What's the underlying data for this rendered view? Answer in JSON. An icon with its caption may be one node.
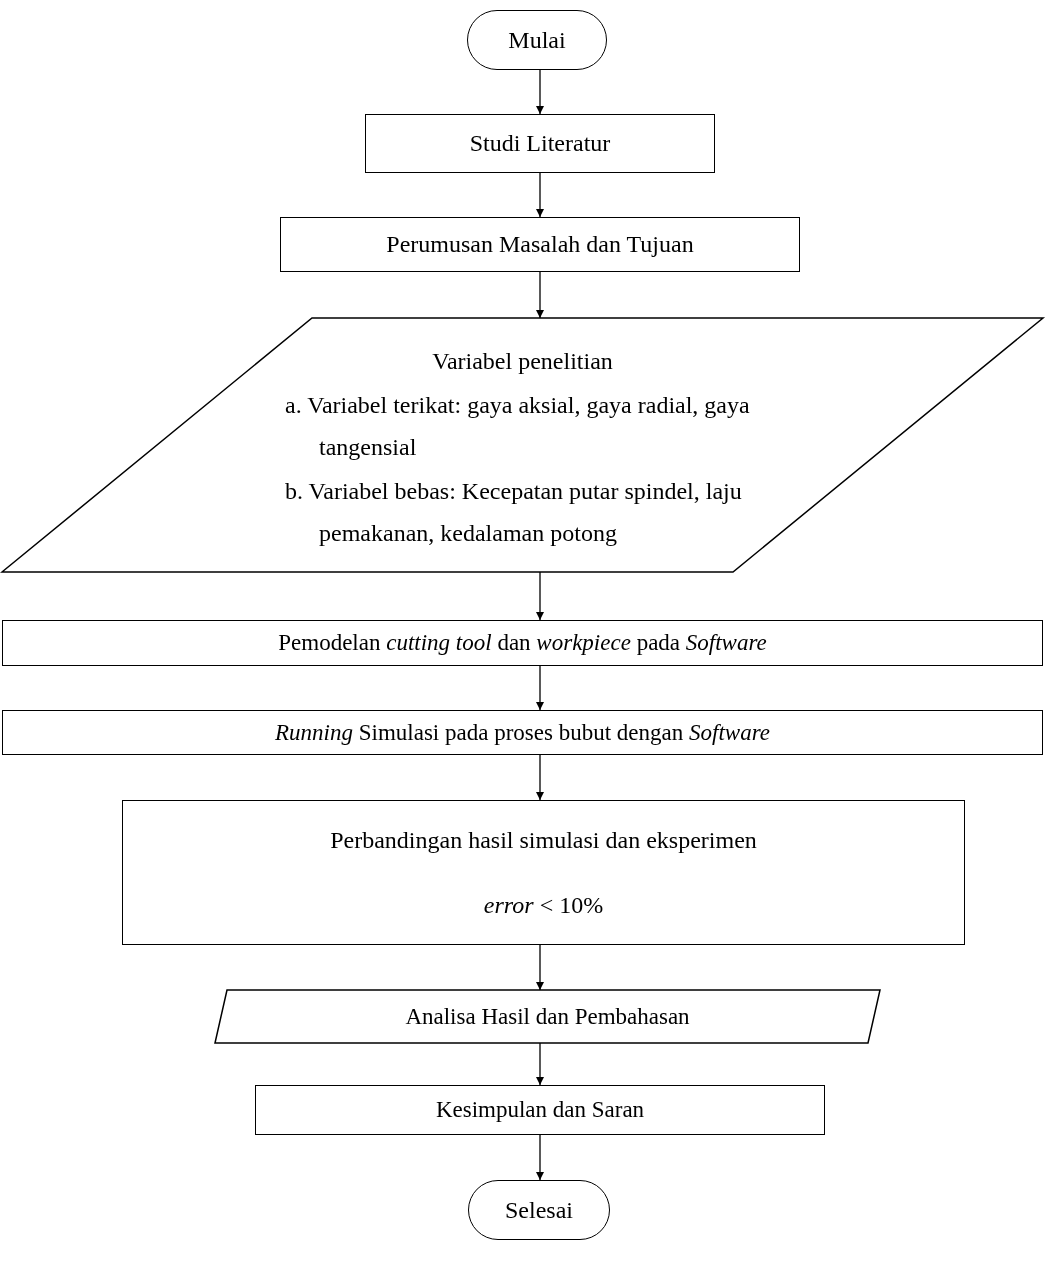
{
  "diagram": {
    "nodes": [
      {
        "text": [
          "Mulai"
        ]
      },
      {
        "text": [
          "Studi Literatur"
        ]
      },
      {
        "text": [
          "Perumusan Masalah dan Tujuan"
        ]
      },
      {
        "text": [
          "Variabel penelitian",
          "a. Variabel terikat: gaya aksial, gaya radial, gaya tangensial",
          "b. Variabel bebas: Kecepatan putar spindel, laju pemakanan, kedalaman potong"
        ]
      },
      {
        "text": [
          "Pemodelan *cutting tool* dan *workpiece* pada *Software*"
        ]
      },
      {
        "text": [
          "*Running* Simulasi pada proses bubut dengan *Software*"
        ]
      },
      {
        "text": [
          "Perbandingan hasil simulasi dan eksperimen",
          "*error* < 10%"
        ]
      },
      {
        "text": [
          "Analisa Hasil dan Pembahasan"
        ]
      },
      {
        "text": [
          "Kesimpulan dan Saran"
        ]
      },
      {
        "text": [
          "Selesai"
        ]
      }
    ],
    "edges": [
      {
        "from": 0,
        "to": 1,
        "arrow": "to"
      },
      {
        "from": 1,
        "to": 2,
        "arrow": "to"
      },
      {
        "from": 2,
        "to": 3,
        "arrow": "to"
      },
      {
        "from": 3,
        "to": 4,
        "arrow": "to"
      },
      {
        "from": 4,
        "to": 5,
        "arrow": "to"
      },
      {
        "from": 5,
        "to": 6,
        "arrow": "to"
      },
      {
        "from": 6,
        "to": 7,
        "arrow": "to"
      },
      {
        "from": 7,
        "to": 8,
        "arrow": "to"
      },
      {
        "from": 8,
        "to": 9,
        "arrow": "to"
      }
    ]
  }
}
